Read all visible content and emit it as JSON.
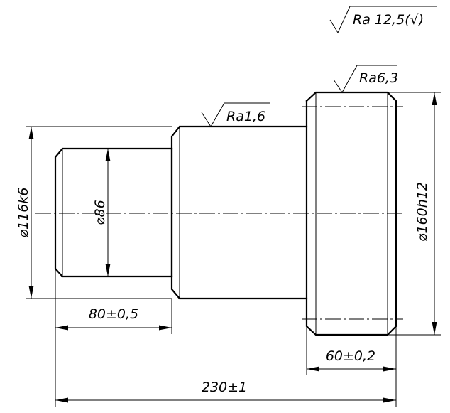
{
  "drawing": {
    "general_roughness": "Ra 12,5(√)",
    "roughness_flange": "Ra6,3",
    "roughness_middle": "Ra1,6",
    "dim_dia_middle": "⌀116k6",
    "dim_dia_small": "⌀86",
    "dim_dia_flange": "⌀160h12",
    "dim_len_small": "80±0,5",
    "dim_len_flange": "60±0,2",
    "dim_len_total": "230±1"
  }
}
